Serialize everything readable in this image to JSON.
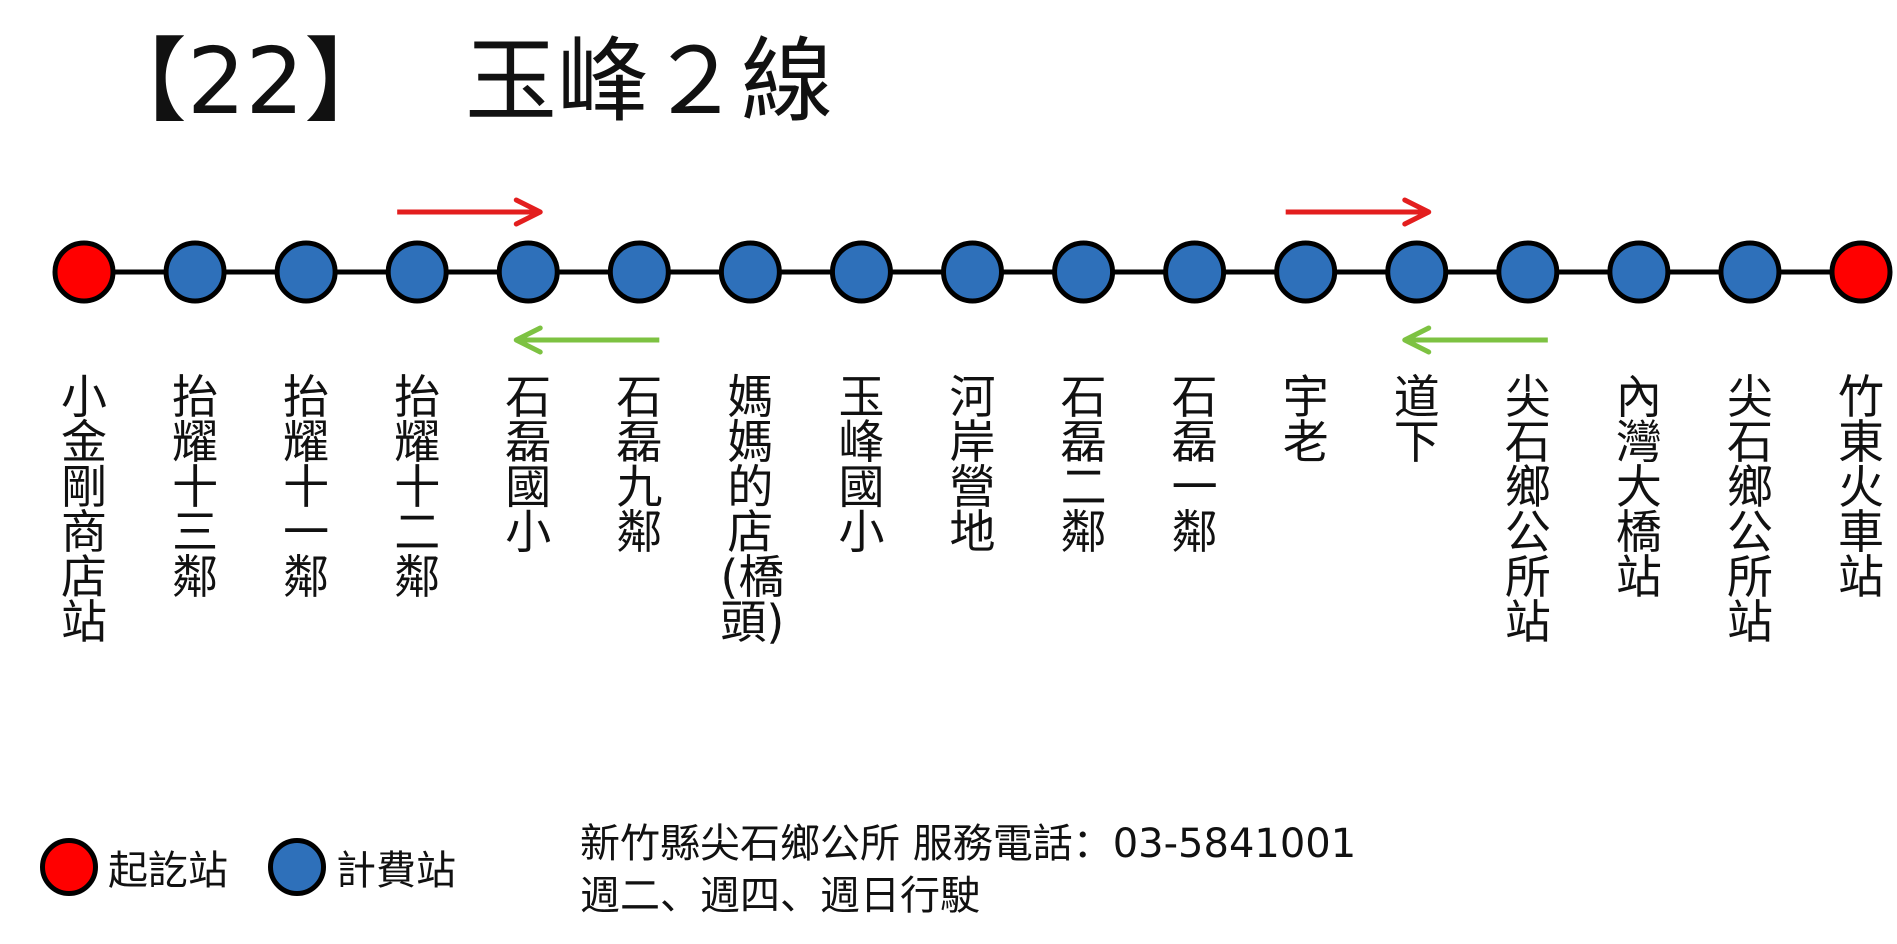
{
  "title": {
    "number": "【22】",
    "name": "玉峰２線"
  },
  "colors": {
    "terminal": "#FF0000",
    "fare_stop": "#2E70BA",
    "outline": "#000000",
    "arrow_outbound": "#E31E1E",
    "arrow_inbound": "#7DC242"
  },
  "stations": [
    {
      "name": "小金剛商店站",
      "type": "terminal"
    },
    {
      "name": "抬耀十三鄰",
      "type": "fare_stop"
    },
    {
      "name": "抬耀十一鄰",
      "type": "fare_stop"
    },
    {
      "name": "抬耀十二鄰",
      "type": "fare_stop"
    },
    {
      "name": "石磊國小",
      "type": "fare_stop"
    },
    {
      "name": "石磊九鄰",
      "type": "fare_stop"
    },
    {
      "name": "媽媽的店(橋頭)",
      "type": "fare_stop"
    },
    {
      "name": "玉峰國小",
      "type": "fare_stop"
    },
    {
      "name": "河岸營地",
      "type": "fare_stop"
    },
    {
      "name": "石磊二鄰",
      "type": "fare_stop"
    },
    {
      "name": "石磊一鄰",
      "type": "fare_stop"
    },
    {
      "name": "宇老",
      "type": "fare_stop"
    },
    {
      "name": "道下",
      "type": "fare_stop"
    },
    {
      "name": "尖石鄉公所站",
      "type": "fare_stop"
    },
    {
      "name": "內灣大橋站",
      "type": "fare_stop"
    },
    {
      "name": "尖石鄉公所站",
      "type": "fare_stop"
    },
    {
      "name": "竹東火車站",
      "type": "terminal"
    }
  ],
  "direction_arrows": [
    {
      "direction": "outbound",
      "from_station": 3,
      "to_station": 4
    },
    {
      "direction": "inbound",
      "from_station": 5,
      "to_station": 4
    },
    {
      "direction": "outbound",
      "from_station": 11,
      "to_station": 12
    },
    {
      "direction": "inbound",
      "from_station": 13,
      "to_station": 12
    }
  ],
  "legend": [
    {
      "type": "terminal",
      "label": "起訖站"
    },
    {
      "type": "fare_stop",
      "label": "計費站"
    }
  ],
  "info": {
    "line1": "新竹縣尖石鄉公所 服務電話：03-5841001",
    "line2": "週二、週四、週日行駛"
  }
}
